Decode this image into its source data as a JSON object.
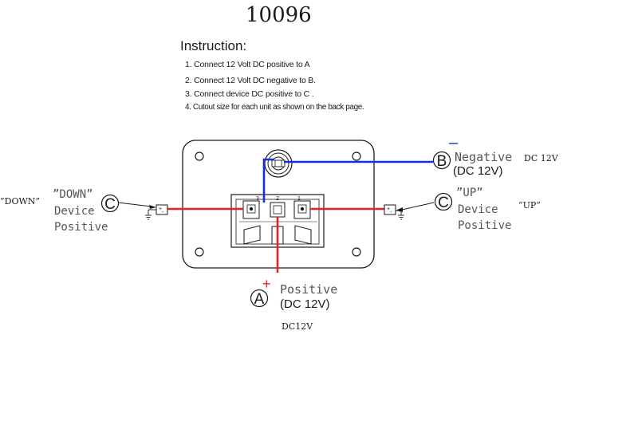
{
  "title": "10096",
  "instruction": {
    "heading": "Instruction:",
    "steps": [
      "1. Connect 12 Volt DC positive to A",
      "2. Connect 12 Volt DC negative to B.",
      "3. Connect device DC positive to  C .",
      "4. Cutout size for each unit as shown on the back page."
    ]
  },
  "terminals": {
    "a": {
      "letter": "A",
      "sign": "+",
      "label_line1": "Positive",
      "label_line2": "(DC 12V)",
      "note": "DC12V"
    },
    "b": {
      "letter": "B",
      "sign": "–",
      "label_line1": "Negative",
      "label_line2": "(DC 12V)",
      "note": "DC 12V"
    },
    "c_down": {
      "letter": "C",
      "quote": "”DOWN”",
      "label_line1": "”DOWN”",
      "label_line2": "Device",
      "label_line3": "Positive"
    },
    "c_up": {
      "letter": "C",
      "quote": "”UP”",
      "label_line1": "”UP”",
      "label_line2": "Device",
      "label_line3": "Positive"
    }
  },
  "switch": {
    "pin_left": "3",
    "pin_center": "2",
    "pin_right": "1"
  },
  "colors": {
    "positive_wire": "#e8202a",
    "negative_wire": "#1a2ed8",
    "line": "#1a1a1a",
    "label_gray": "#555555"
  }
}
